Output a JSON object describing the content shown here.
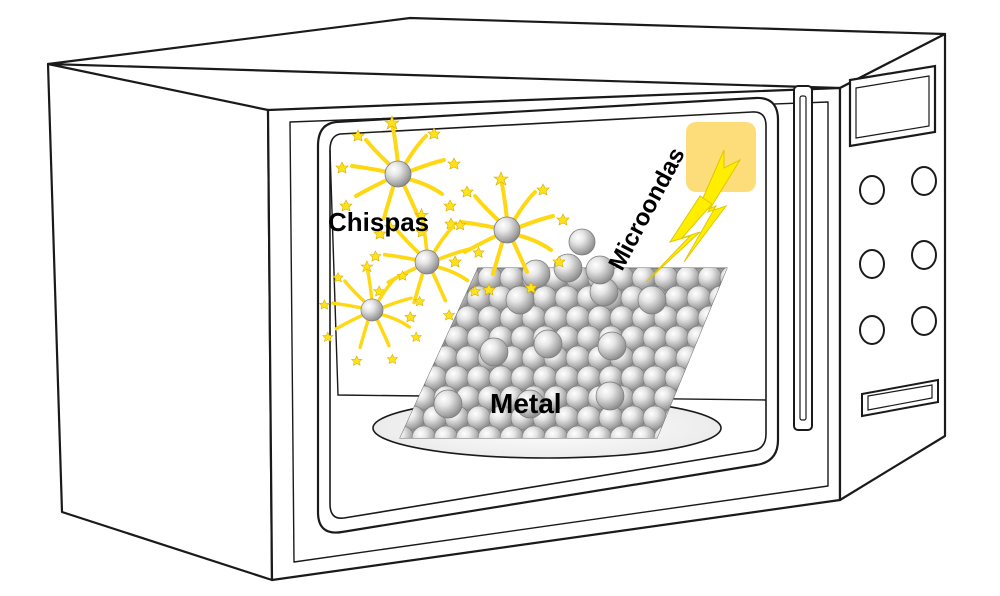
{
  "labels": {
    "sparks": "Chispas",
    "microwaves": "Microondas",
    "metal": "Metal"
  },
  "colors": {
    "outline": "#1a1a1a",
    "spark_yellow": "#ffd814",
    "spark_star": "#ffe21a",
    "bolt_yellow": "#ffee00",
    "source_box": "#fdd96a",
    "metal_ball": "#c9c9c9",
    "plate": "#f2f2f2"
  },
  "icons": {
    "sparks": "firework-burst-icon",
    "bolt": "lightning-bolt-icon",
    "balls": "metal-sphere-icon"
  }
}
